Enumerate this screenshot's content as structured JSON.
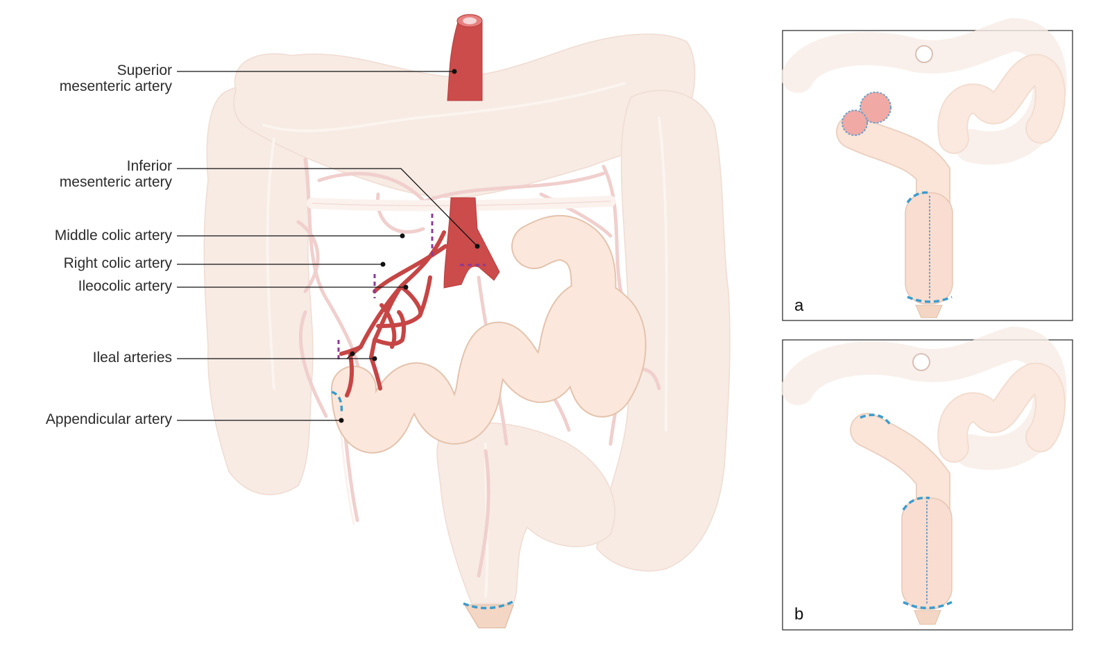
{
  "labels": {
    "superior_mesenteric_line1": "Superior",
    "superior_mesenteric_line2": "mesenteric artery",
    "inferior_mesenteric_line1": "Inferior",
    "inferior_mesenteric_line2": "mesenteric artery",
    "middle_colic": "Middle colic artery",
    "right_colic": "Right colic artery",
    "ileocolic": "Ileocolic artery",
    "ileal": "Ileal arteries",
    "appendicular": "Appendicular artery"
  },
  "panels": {
    "a": "a",
    "b": "b"
  },
  "colors": {
    "artery": "#cc4b4b",
    "colon_faded": "#f7ebe4",
    "ileum": "#fbe7db",
    "ligation_marks": "#8b3a96",
    "resection_lines": "#3b9ccc"
  }
}
